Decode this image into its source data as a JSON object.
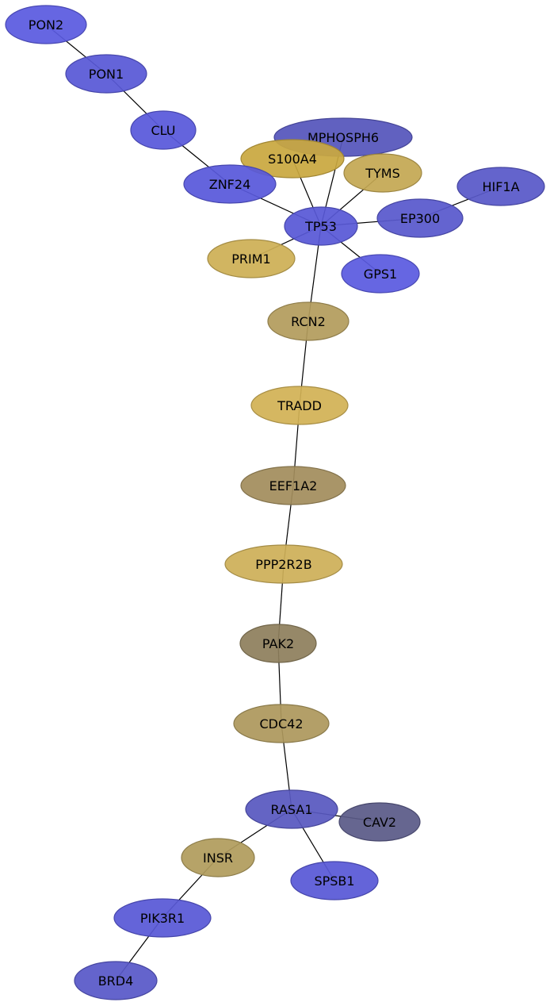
{
  "nodes": [
    {
      "id": "PON2",
      "label": "PON2",
      "color": "#5a5ae0"
    },
    {
      "id": "PON1",
      "label": "PON1",
      "color": "#5858d6"
    },
    {
      "id": "CLU",
      "label": "CLU",
      "color": "#5858da"
    },
    {
      "id": "MPHOSPH6",
      "label": "MPHOSPH6",
      "color": "#5555bb"
    },
    {
      "id": "S100A4",
      "label": "S100A4",
      "color": "#c9a840"
    },
    {
      "id": "TYMS",
      "label": "TYMS",
      "color": "#c4a853"
    },
    {
      "id": "HIF1A",
      "label": "HIF1A",
      "color": "#5858c8"
    },
    {
      "id": "ZNF24",
      "label": "ZNF24",
      "color": "#5858da"
    },
    {
      "id": "EP300",
      "label": "EP300",
      "color": "#5858cc"
    },
    {
      "id": "TP53",
      "label": "TP53",
      "color": "#5858d6"
    },
    {
      "id": "PRIM1",
      "label": "PRIM1",
      "color": "#cdaf55"
    },
    {
      "id": "GPS1",
      "label": "GPS1",
      "color": "#5a5ae0"
    },
    {
      "id": "RCN2",
      "label": "RCN2",
      "color": "#b39c5c"
    },
    {
      "id": "TRADD",
      "label": "TRADD",
      "color": "#d2b255"
    },
    {
      "id": "EEF1A2",
      "label": "EEF1A2",
      "color": "#a38d5c"
    },
    {
      "id": "PPP2R2B",
      "label": "PPP2R2B",
      "color": "#cdaf58"
    },
    {
      "id": "PAK2",
      "label": "PAK2",
      "color": "#8e7f5c"
    },
    {
      "id": "CDC42",
      "label": "CDC42",
      "color": "#ad985c"
    },
    {
      "id": "RASA1",
      "label": "RASA1",
      "color": "#5858c0"
    },
    {
      "id": "CAV2",
      "label": "CAV2",
      "color": "#5a5a88"
    },
    {
      "id": "INSR",
      "label": "INSR",
      "color": "#b09c5c"
    },
    {
      "id": "SPSB1",
      "label": "SPSB1",
      "color": "#5858d6"
    },
    {
      "id": "PIK3R1",
      "label": "PIK3R1",
      "color": "#5858d6"
    },
    {
      "id": "BRD4",
      "label": "BRD4",
      "color": "#5858c8"
    }
  ],
  "edges": [
    {
      "source": "PON2",
      "target": "PON1"
    },
    {
      "source": "PON1",
      "target": "CLU"
    },
    {
      "source": "CLU",
      "target": "ZNF24"
    },
    {
      "source": "ZNF24",
      "target": "TP53"
    },
    {
      "source": "MPHOSPH6",
      "target": "TP53"
    },
    {
      "source": "S100A4",
      "target": "TP53"
    },
    {
      "source": "TYMS",
      "target": "TP53"
    },
    {
      "source": "EP300",
      "target": "TP53"
    },
    {
      "source": "HIF1A",
      "target": "EP300"
    },
    {
      "source": "PRIM1",
      "target": "TP53"
    },
    {
      "source": "GPS1",
      "target": "TP53"
    },
    {
      "source": "TP53",
      "target": "RCN2"
    },
    {
      "source": "RCN2",
      "target": "TRADD"
    },
    {
      "source": "TRADD",
      "target": "EEF1A2"
    },
    {
      "source": "EEF1A2",
      "target": "PPP2R2B"
    },
    {
      "source": "PPP2R2B",
      "target": "PAK2"
    },
    {
      "source": "PAK2",
      "target": "CDC42"
    },
    {
      "source": "CDC42",
      "target": "RASA1"
    },
    {
      "source": "RASA1",
      "target": "CAV2"
    },
    {
      "source": "RASA1",
      "target": "INSR"
    },
    {
      "source": "RASA1",
      "target": "SPSB1"
    },
    {
      "source": "INSR",
      "target": "PIK3R1"
    },
    {
      "source": "PIK3R1",
      "target": "BRD4"
    }
  ]
}
